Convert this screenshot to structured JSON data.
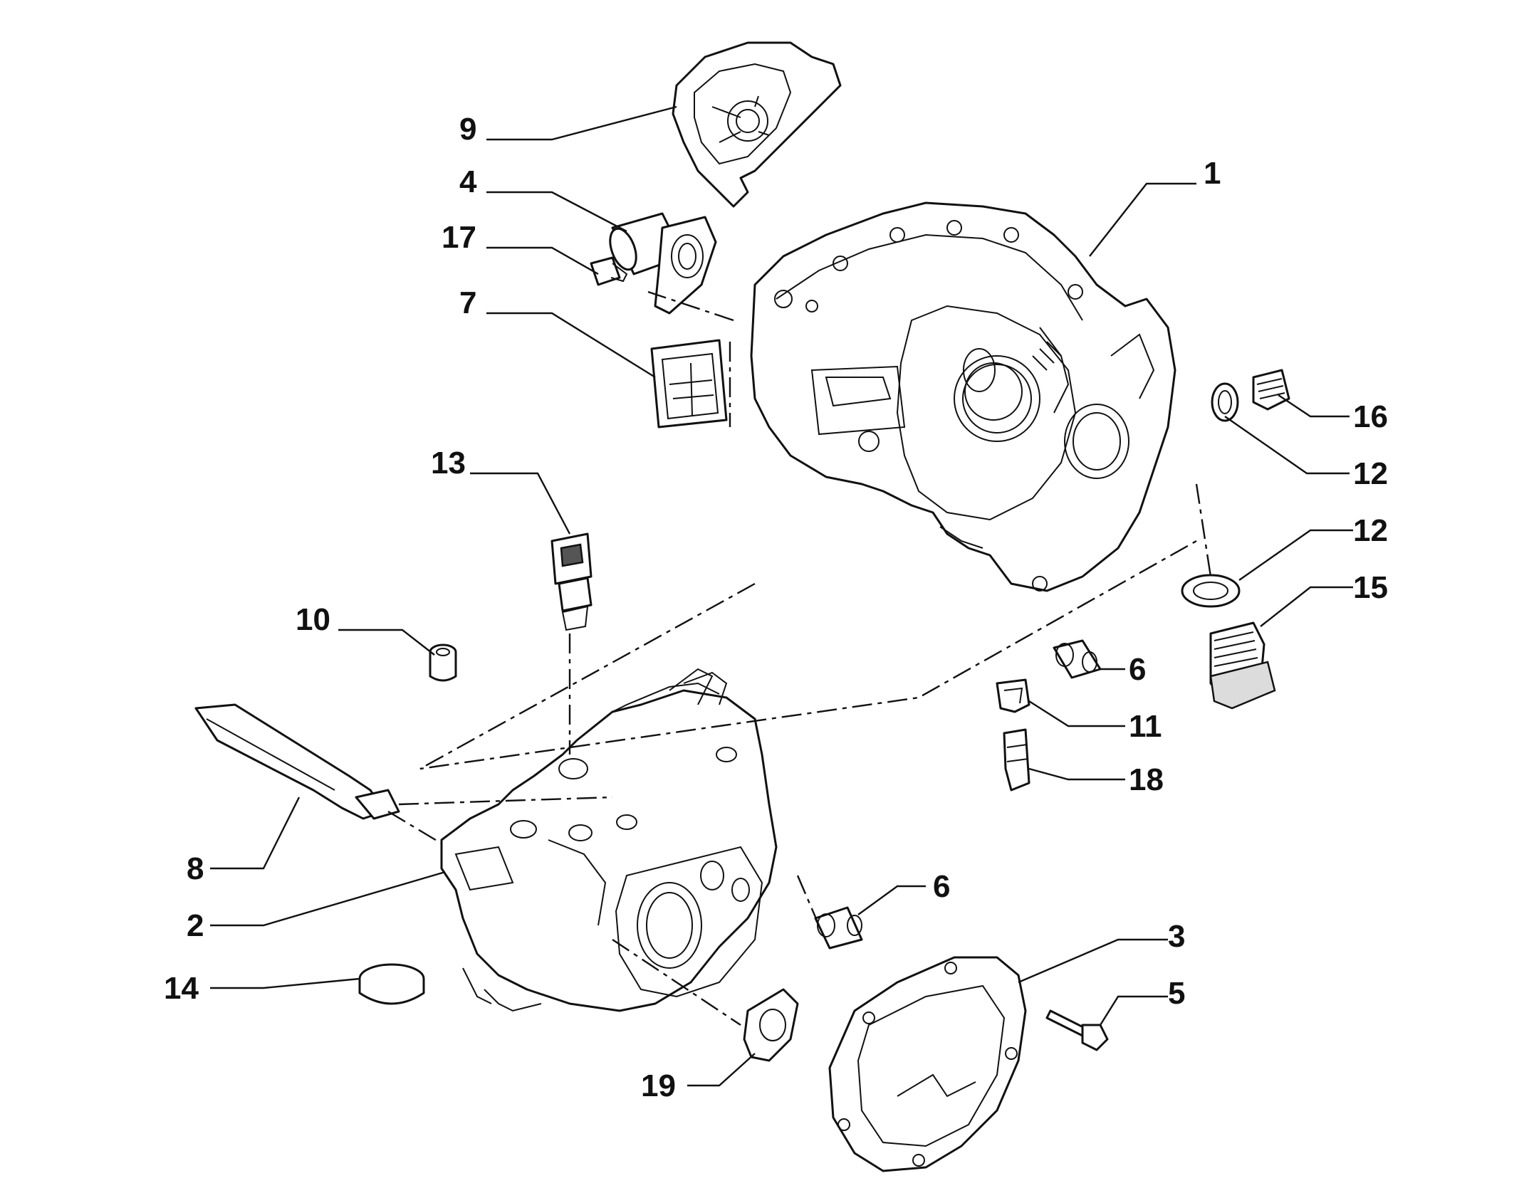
{
  "callouts": [
    {
      "id": "9",
      "label": "9"
    },
    {
      "id": "4",
      "label": "4"
    },
    {
      "id": "17",
      "label": "17"
    },
    {
      "id": "7",
      "label": "7"
    },
    {
      "id": "1",
      "label": "1"
    },
    {
      "id": "16",
      "label": "16"
    },
    {
      "id": "12a",
      "label": "12"
    },
    {
      "id": "12b",
      "label": "12"
    },
    {
      "id": "15",
      "label": "15"
    },
    {
      "id": "13",
      "label": "13"
    },
    {
      "id": "10",
      "label": "10"
    },
    {
      "id": "6a",
      "label": "6"
    },
    {
      "id": "11",
      "label": "11"
    },
    {
      "id": "18",
      "label": "18"
    },
    {
      "id": "8",
      "label": "8"
    },
    {
      "id": "2",
      "label": "2"
    },
    {
      "id": "6b",
      "label": "6"
    },
    {
      "id": "3",
      "label": "3"
    },
    {
      "id": "14",
      "label": "14"
    },
    {
      "id": "5",
      "label": "5"
    },
    {
      "id": "19",
      "label": "19"
    }
  ]
}
